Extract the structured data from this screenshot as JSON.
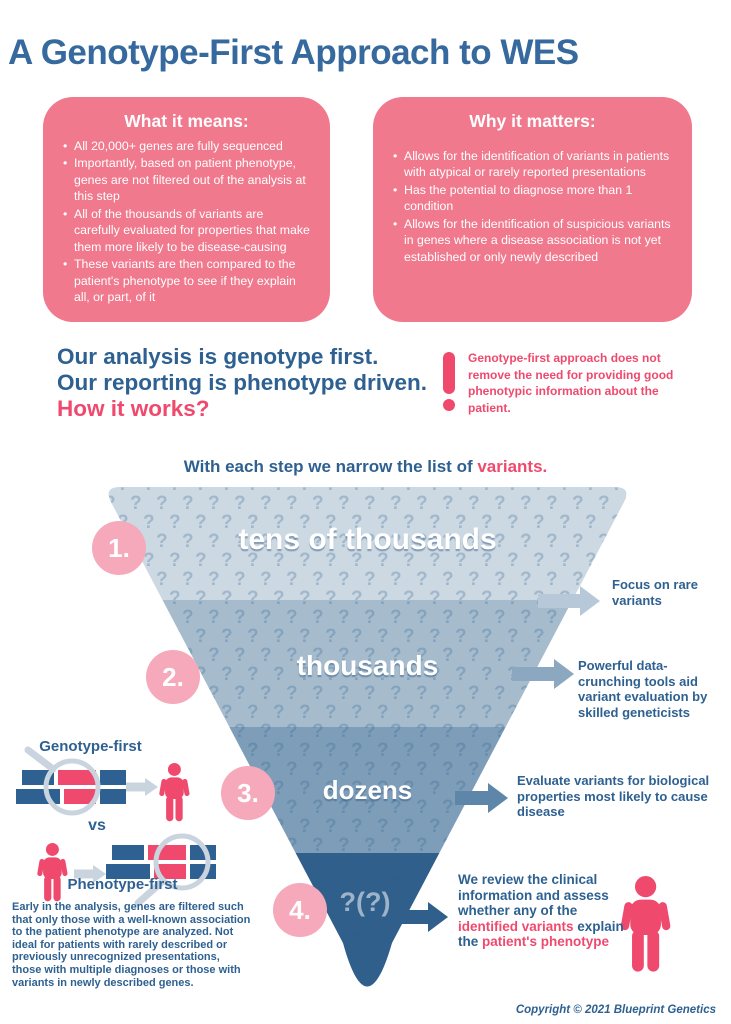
{
  "page_title": "A Genotype-First Approach to WES",
  "boxes": {
    "what": {
      "title": "What it means:",
      "bullets": [
        "All 20,000+ genes are fully sequenced",
        "Importantly, based on patient phenotype, genes are not filtered out of the analysis at this step",
        "All of the thousands of variants are carefully evaluated for properties that make them more likely to be disease-causing",
        "These variants are then compared to the patient's phenotype to see if they explain all, or part, of it"
      ]
    },
    "why": {
      "title": "Why it matters:",
      "bullets": [
        "Allows for the identification of variants in patients with atypical or rarely reported presentations",
        "Has the potential to diagnose more than 1 condition",
        "Allows for the identification of suspicious variants in genes where a disease association is not yet established or only newly described"
      ]
    }
  },
  "statement": {
    "line1": "Our analysis is genotype first.",
    "line2": "Our reporting is phenotype driven.",
    "line3": "How it works?"
  },
  "warning": {
    "text": "Genotype-first approach does not remove the need for providing good phenotypic information about the patient."
  },
  "funnel": {
    "heading_prefix": "With each step we narrow the list of ",
    "heading_accent": "variants.",
    "steps": [
      {
        "number": "1.",
        "label": "tens of thousands",
        "note": "Focus on rare variants"
      },
      {
        "number": "2.",
        "label": "thousands",
        "note": "Powerful data-crunching tools aid variant evaluation by skilled geneticists"
      },
      {
        "number": "3.",
        "label": "dozens",
        "note": "Evaluate variants for biological properties most likely to cause disease"
      },
      {
        "number": "4.",
        "label": "?(?)",
        "note_segments": [
          {
            "text": "We review the clinical information and assess whether any of the ",
            "accent": false
          },
          {
            "text": "identified variants",
            "accent": true
          },
          {
            "text": " explain the ",
            "accent": false
          },
          {
            "text": "patient's phenotype",
            "accent": true
          }
        ]
      }
    ]
  },
  "comparison": {
    "genotype_label": "Genotype-first",
    "vs_label": "vs",
    "phenotype_label": "Phenotype-first",
    "description": "Early in the analysis, genes are filtered such that only those with a well-known association to the patient phenotype are analyzed. Not ideal for patients with rarely described or previously unrecognized presentations, those with multiple diagnoses or those with variants in newly described genes."
  },
  "footer": {
    "copyright": "Copyright © 2021 Blueprint Genetics"
  },
  "colors": {
    "title_blue": "#36699E",
    "body_blue": "#2E6191",
    "accent_pink": "#EF4A6E",
    "box_pink": "#F0798D",
    "circle_pink": "#F5A9BA",
    "tier1": "#CCD8E2",
    "tier2": "#A6BCCD",
    "tier3": "#7E9DB8",
    "tier4": "#2F5F8A"
  }
}
